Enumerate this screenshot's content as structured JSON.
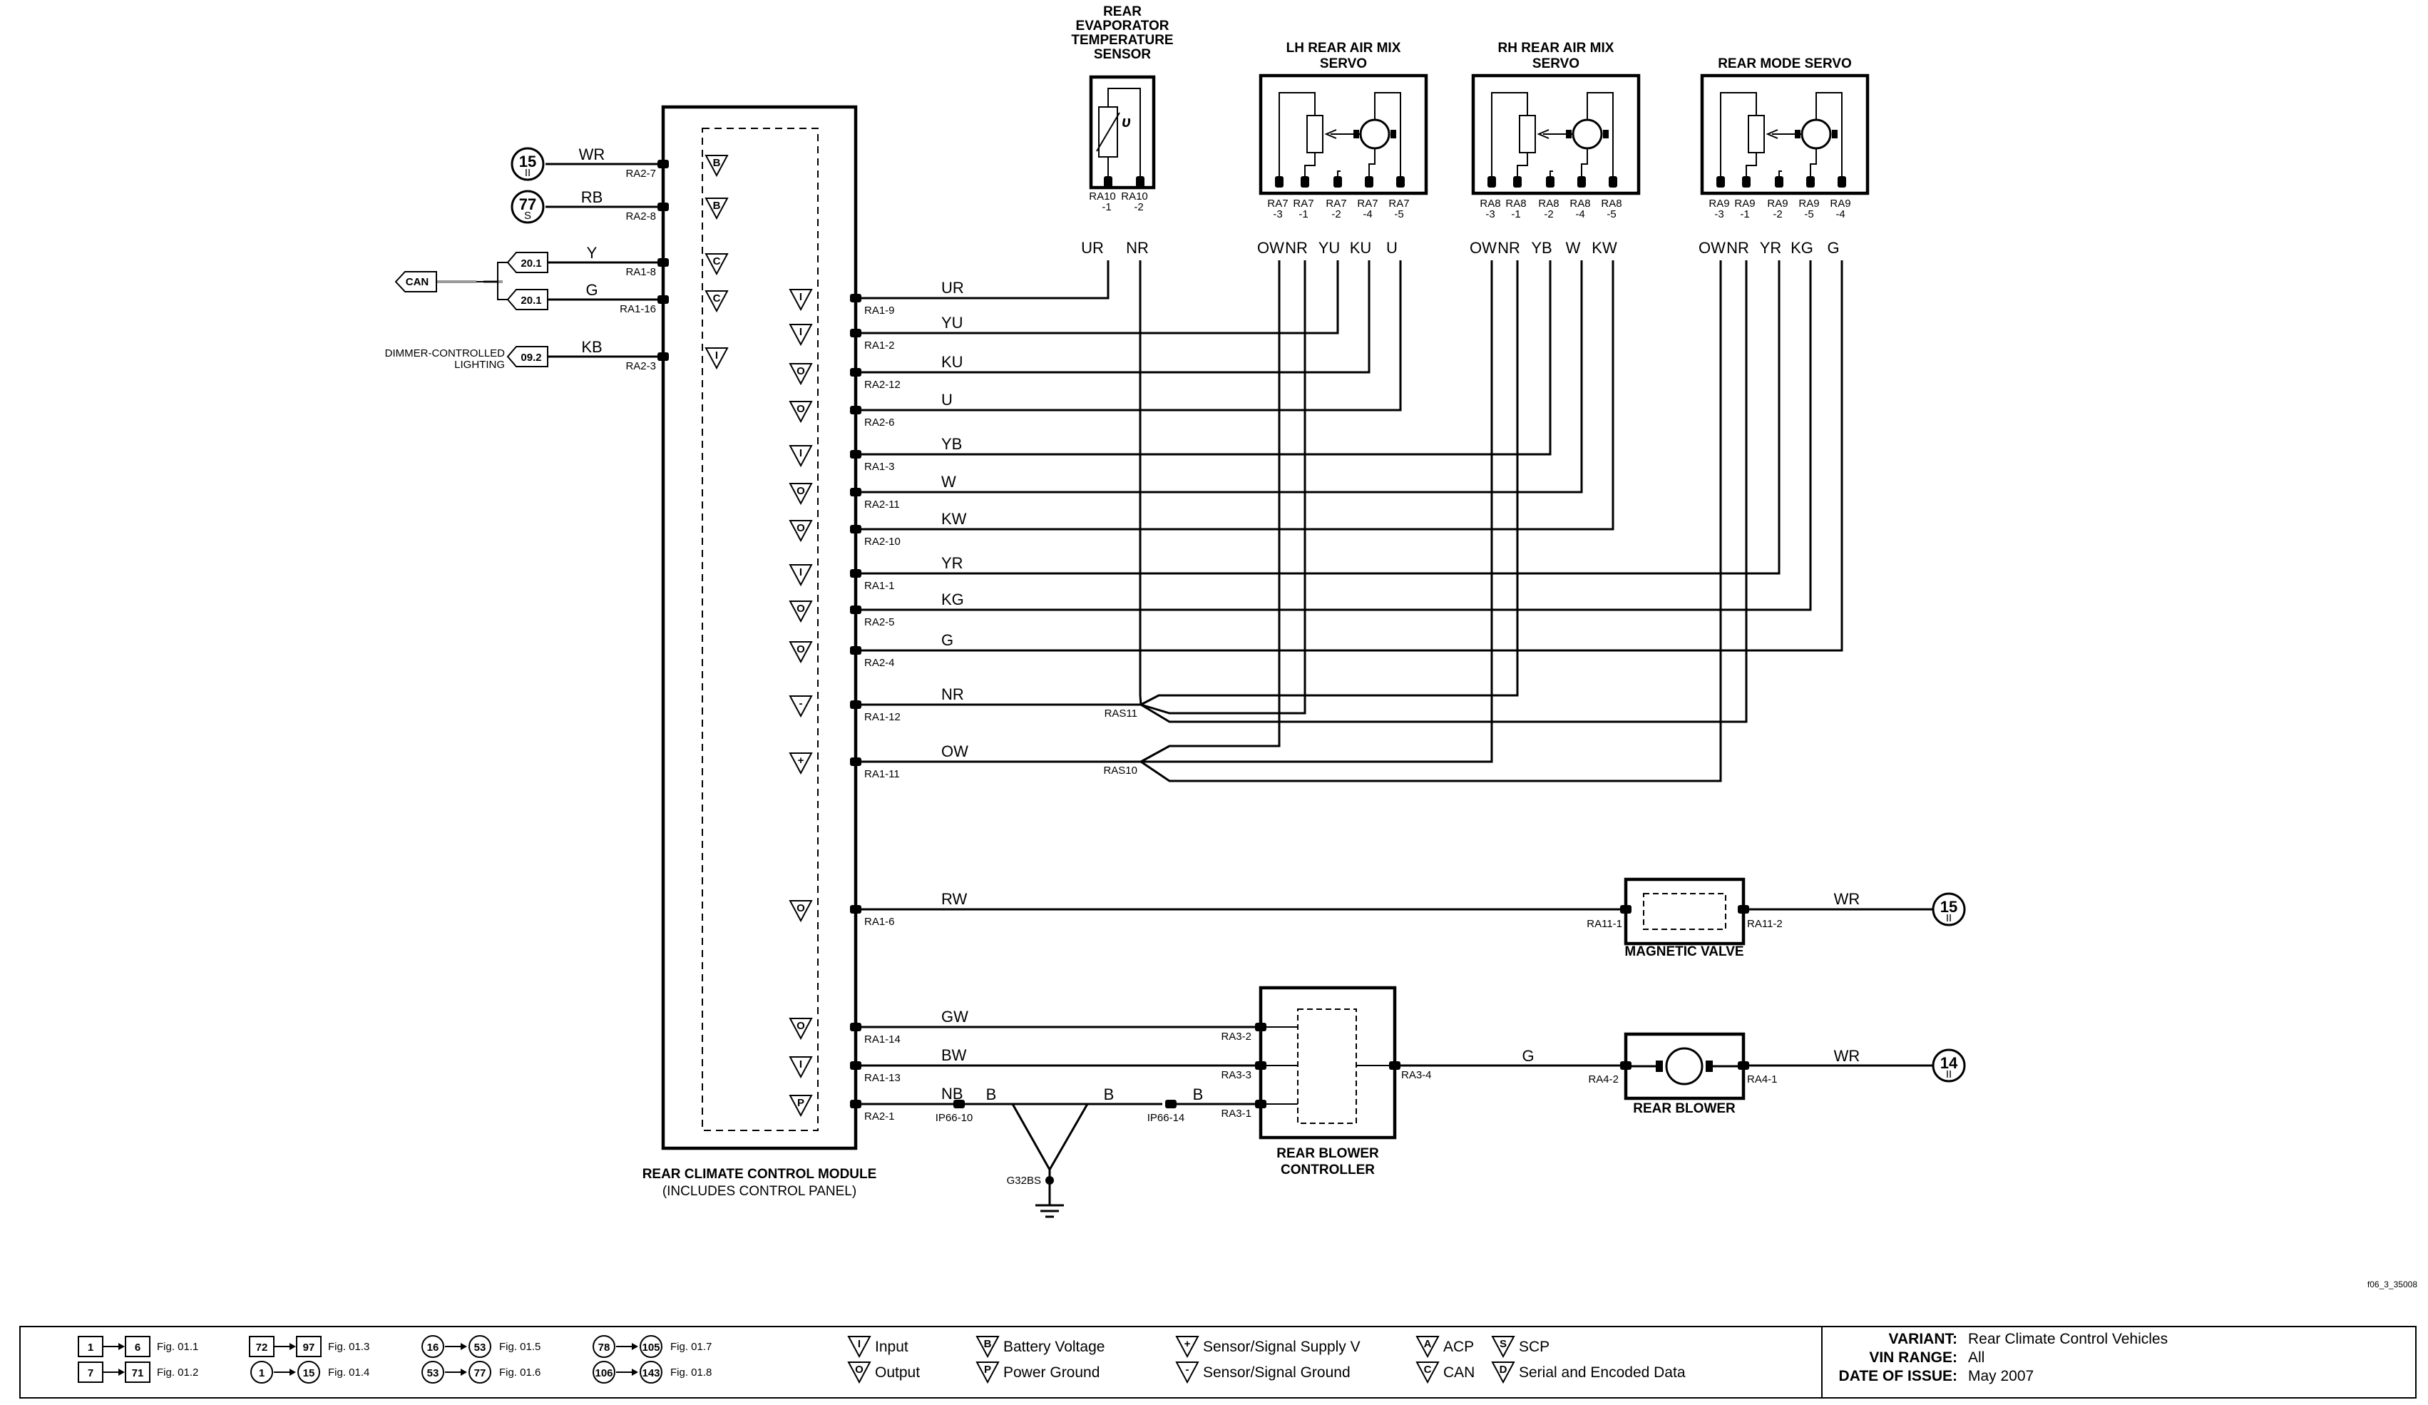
{
  "module": {
    "title": "REAR CLIMATE CONTROL MODULE",
    "subtitle": "(INCLUDES CONTROL PANEL)",
    "left_pins": [
      {
        "pin": "RA2-7",
        "wire": "WR",
        "ref": "15",
        "ref_sub": "II",
        "icon": "B"
      },
      {
        "pin": "RA2-8",
        "wire": "RB",
        "ref": "77",
        "ref_sub": "S",
        "icon": "B"
      },
      {
        "pin": "RA1-8",
        "wire": "Y",
        "ref": "20.1",
        "icon": "C+"
      },
      {
        "pin": "RA1-16",
        "wire": "G",
        "ref": "20.1",
        "icon": "C-"
      },
      {
        "pin": "RA2-3",
        "wire": "KB",
        "ref": "09.2",
        "icon": "I"
      }
    ],
    "can_label": "CAN",
    "dimmer_label_1": "DIMMER-CONTROLLED",
    "dimmer_label_2": "LIGHTING",
    "right_pins": [
      {
        "pin": "RA1-9",
        "wire": "UR",
        "icon": "I"
      },
      {
        "pin": "RA1-2",
        "wire": "YU",
        "icon": "I"
      },
      {
        "pin": "RA2-12",
        "wire": "KU",
        "icon": "O-"
      },
      {
        "pin": "RA2-6",
        "wire": "U",
        "icon": "O-"
      },
      {
        "pin": "RA1-3",
        "wire": "YB",
        "icon": "I"
      },
      {
        "pin": "RA2-11",
        "wire": "W",
        "icon": "O-"
      },
      {
        "pin": "RA2-10",
        "wire": "KW",
        "icon": "O+"
      },
      {
        "pin": "RA1-1",
        "wire": "YR",
        "icon": "I"
      },
      {
        "pin": "RA2-5",
        "wire": "KG",
        "icon": "O-"
      },
      {
        "pin": "RA2-4",
        "wire": "G",
        "icon": "O-"
      },
      {
        "pin": "RA1-12",
        "wire": "NR",
        "icon": "-"
      },
      {
        "pin": "RA1-11",
        "wire": "OW",
        "icon": "+"
      },
      {
        "pin": "RA1-6",
        "wire": "RW",
        "icon": "O"
      },
      {
        "pin": "RA1-14",
        "wire": "GW",
        "icon": "O"
      },
      {
        "pin": "RA1-13",
        "wire": "BW",
        "icon": "I"
      },
      {
        "pin": "RA2-1",
        "wire": "NB",
        "icon": "P"
      }
    ]
  },
  "sensor": {
    "title_lines": [
      "REAR",
      "EVAPORATOR",
      "TEMPERATURE",
      "SENSOR"
    ],
    "pins": [
      {
        "a": "RA10",
        "b": "-1",
        "wire": "UR"
      },
      {
        "a": "RA10",
        "b": "-2",
        "wire": "NR"
      }
    ]
  },
  "servos": [
    {
      "title_lines": [
        "LH REAR AIR MIX",
        "SERVO"
      ],
      "pins": [
        {
          "a": "RA7",
          "b": "-3",
          "wire": "OW"
        },
        {
          "a": "RA7",
          "b": "-1",
          "wire": "NR"
        },
        {
          "a": "RA7",
          "b": "-2",
          "wire": "YU"
        },
        {
          "a": "RA7",
          "b": "-4",
          "wire": "KU"
        },
        {
          "a": "RA7",
          "b": "-5",
          "wire": "U"
        }
      ]
    },
    {
      "title_lines": [
        "RH REAR AIR MIX",
        "SERVO"
      ],
      "pins": [
        {
          "a": "RA8",
          "b": "-3",
          "wire": "OW"
        },
        {
          "a": "RA8",
          "b": "-1",
          "wire": "NR"
        },
        {
          "a": "RA8",
          "b": "-2",
          "wire": "YB"
        },
        {
          "a": "RA8",
          "b": "-4",
          "wire": "W"
        },
        {
          "a": "RA8",
          "b": "-5",
          "wire": "KW"
        }
      ]
    },
    {
      "title_lines": [
        "REAR MODE SERVO"
      ],
      "pins": [
        {
          "a": "RA9",
          "b": "-3",
          "wire": "OW"
        },
        {
          "a": "RA9",
          "b": "-1",
          "wire": "NR"
        },
        {
          "a": "RA9",
          "b": "-2",
          "wire": "YR"
        },
        {
          "a": "RA9",
          "b": "-5",
          "wire": "KG"
        },
        {
          "a": "RA9",
          "b": "-4",
          "wire": "G"
        }
      ]
    }
  ],
  "splices": {
    "nr": "RAS11",
    "ow": "RAS10"
  },
  "magnetic_valve": {
    "title": "MAGNETIC VALVE",
    "pin_in": "RA11-1",
    "pin_out": "RA11-2",
    "wire_out": "WR",
    "ref": "15",
    "ref_sub": "II"
  },
  "blower_controller": {
    "title_lines": [
      "REAR BLOWER",
      "CONTROLLER"
    ],
    "pins": [
      "RA3-2",
      "RA3-3",
      "RA3-1",
      "RA3-4"
    ]
  },
  "rear_blower": {
    "title": "REAR BLOWER",
    "pin_in": "RA4-2",
    "pin_out": "RA4-1",
    "wire_in": "G",
    "wire_out": "WR",
    "ref": "14",
    "ref_sub": "II"
  },
  "ground": {
    "conn1": "IP66-10",
    "conn2": "IP66-14",
    "wire": "B",
    "ground": "G32BS"
  },
  "figure_id": "f06_3_35008",
  "legend": {
    "figure_refs": [
      {
        "from": "1",
        "to": "6",
        "fig": "Fig. 01.1"
      },
      {
        "from": "7",
        "to": "71",
        "fig": "Fig. 01.2"
      },
      {
        "from": "72",
        "to": "97",
        "fig": "Fig. 01.3"
      },
      {
        "from": "1",
        "to": "15",
        "fig": "Fig. 01.4"
      },
      {
        "from": "16",
        "to": "53",
        "fig": "Fig. 01.5"
      },
      {
        "from": "53",
        "to": "77",
        "fig": "Fig. 01.6"
      },
      {
        "from": "78",
        "to": "105",
        "fig": "Fig. 01.7"
      },
      {
        "from": "106",
        "to": "143",
        "fig": "Fig. 01.8"
      }
    ],
    "symbols": [
      {
        "glyph": "I",
        "label": "Input"
      },
      {
        "glyph": "O",
        "label": "Output"
      },
      {
        "glyph": "B",
        "label": "Battery Voltage"
      },
      {
        "glyph": "P",
        "label": "Power Ground"
      },
      {
        "glyph": "+",
        "label": "Sensor/Signal Supply V"
      },
      {
        "glyph": "-",
        "label": "Sensor/Signal Ground"
      },
      {
        "glyph": "A",
        "label": "ACP"
      },
      {
        "glyph": "C",
        "label": "CAN"
      },
      {
        "glyph": "S",
        "label": "SCP"
      },
      {
        "glyph": "D",
        "label": "Serial and Encoded Data"
      }
    ],
    "variant_label": "VARIANT:",
    "variant_value": "Rear Climate Control Vehicles",
    "vin_label": "VIN RANGE:",
    "vin_value": "All",
    "date_label": "DATE OF ISSUE:",
    "date_value": "May 2007"
  }
}
